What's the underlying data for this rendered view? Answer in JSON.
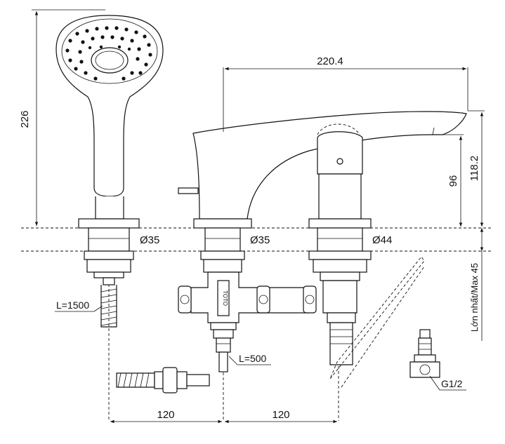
{
  "dimensions": {
    "handshower_height": "226",
    "spout_reach": "220.4",
    "mixer_height_96": "96",
    "spout_height": "118.2",
    "deck_max": "Lớn nhất/Max 45",
    "hole_left": "Ø35",
    "hole_mid": "Ø35",
    "hole_right": "Ø44",
    "hose_handshower": "L=1500",
    "hose_supply": "L=500",
    "spacing_left": "120",
    "spacing_right": "120",
    "thread": "G1/2"
  },
  "brand_mark": "TOTO"
}
